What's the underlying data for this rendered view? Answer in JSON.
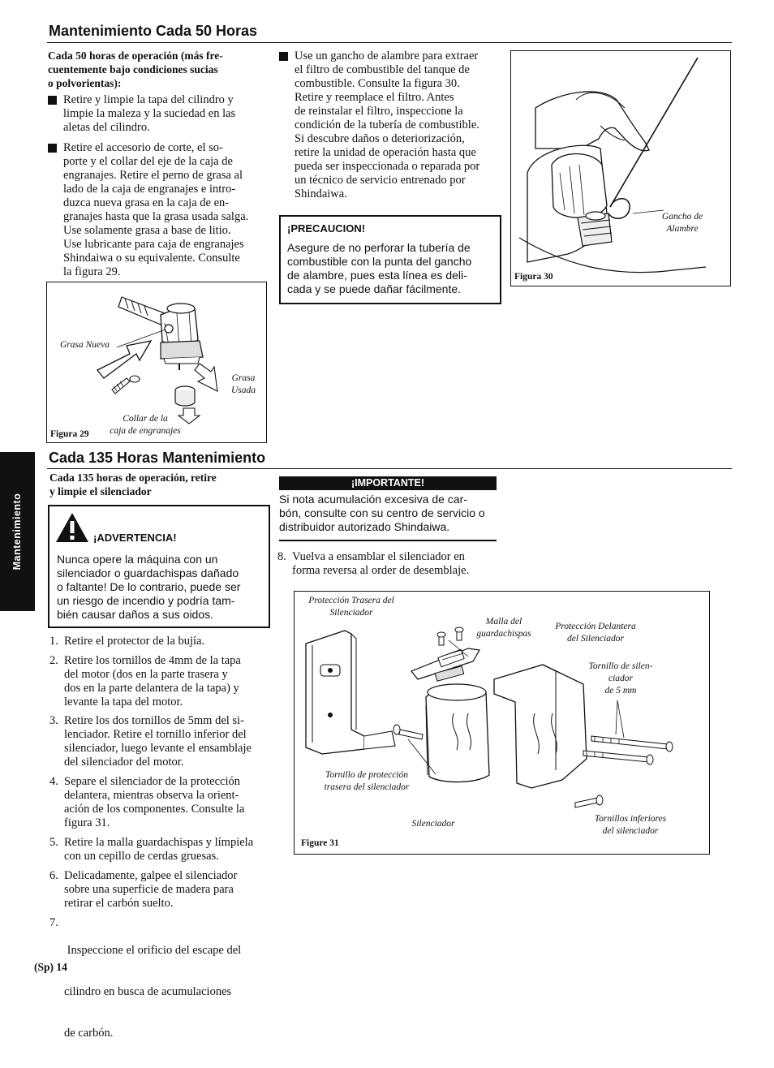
{
  "section1": {
    "title": "Mantenimiento Cada 50 Horas",
    "intro": "Cada 50 horas de operación (más fre-cuentemente bajo condiciones sucias o polvorientas):",
    "intro_lines": [
      "Cada 50 horas de operación (más fre-",
      "cuentemente bajo condiciones sucias",
      "o polvorientas):"
    ],
    "bullet1": [
      "Retire y limpie la tapa del cilindro y",
      "limpie la maleza y la suciedad en las",
      "aletas del cilindro."
    ],
    "bullet2": [
      "Retire el accesorio de corte, el so-",
      "porte y el collar del eje de la caja de",
      "engranajes.  Retire el perno de grasa al",
      "lado de la caja de engranajes e intro-",
      "duzca nueva grasa en la caja de en-",
      "granajes hasta que la grasa usada salga.",
      "Use solamente grasa  a base de litio.",
      "Use lubricante para caja de engranajes",
      "Shindaiwa o su equivalente.  Consulte",
      "la figura 29."
    ],
    "bullet3": [
      "Use un gancho de alambre para extraer",
      "el filtro de combustible del tanque de",
      "combustible.  Consulte la figura 30.",
      "Retire y reemplace el filtro.  Antes",
      "de reinstalar el  filtro, inspeccione la",
      "condición de la tubería de combustible.",
      "Si descubre daños o deteriorización,",
      "retire la unidad de operación hasta que",
      "pueda ser inspeccionada o reparada por",
      "un técnico de servicio entrenado por",
      "Shindaiwa."
    ],
    "caution_title": "¡PRECAUCION!",
    "caution_lines": [
      "Asegure de no perforar la tubería de",
      "combustible con la punta del gancho",
      "de alambre, pues esta línea es deli-",
      "cada y se puede dañar fácilmente."
    ]
  },
  "fig29": {
    "label": "Figura 29",
    "grasa_nueva": "Grasa Nueva",
    "grasa_usada": [
      "Grasa",
      "Usada"
    ],
    "collar": [
      "Collar de la",
      "caja de engranajes"
    ]
  },
  "fig30": {
    "label": "Figura 30",
    "gancho": [
      "Gancho de",
      "Alambre"
    ]
  },
  "side_tab": "Mantenimiento",
  "section2": {
    "title": "Cada 135 Horas Mantenimiento",
    "intro_lines": [
      "Cada 135 horas de operación, retire",
      "y limpie el silenciador"
    ],
    "warning_title": "¡ADVERTENCIA!",
    "warning_lines": [
      "Nunca opere la máquina con un",
      "silenciador o guardachispas dañado",
      "o faltante!  De lo contrario, puede ser",
      "un riesgo de incendio y podría tam-",
      "bién causar daños a sus oidos."
    ],
    "steps": [
      {
        "n": "1.",
        "lines": [
          "Retire el protector de la bujía."
        ]
      },
      {
        "n": "2.",
        "lines": [
          "Retire los tornillos de 4mm de la tapa",
          "del motor (dos en la parte trasera y",
          "dos en la parte delantera de la tapa) y",
          "levante la tapa del motor."
        ]
      },
      {
        "n": "3.",
        "lines": [
          "Retire los dos tornillos de 5mm del si-",
          "lenciador.  Retire el tornillo inferior del",
          "silenciador, luego levante el ensamblaje",
          "del silenciador del motor."
        ]
      },
      {
        "n": "4.",
        "lines": [
          "Separe el silenciador de la protección",
          "delantera, mientras observa la orient-",
          "ación de los componentes.  Consulte la",
          "figura 31."
        ]
      },
      {
        "n": "5.",
        "lines": [
          "Retire la malla guardachispas y límpiela",
          "con un cepillo de cerdas gruesas."
        ]
      },
      {
        "n": "6.",
        "lines": [
          "Delicadamente, galpee el silenciador",
          "sobre una superficie de madera para",
          "retirar el carbón suelto."
        ]
      },
      {
        "n": "7.",
        "lines": [
          " Inspeccione el orificio del escape del",
          "cilindro en busca de acumulaciones",
          "de carbón."
        ]
      }
    ],
    "important_title": "¡IMPORTANTE!",
    "important_lines": [
      "Si nota acumulación excesiva de car-",
      "bón, consulte con su centro de servicio o",
      "distribuidor autorizado Shindaiwa."
    ],
    "step8_n": "8.",
    "step8_lines": [
      "Vuelva a ensamblar el silenciador  en",
      "forma reversa al order de desemblaje."
    ]
  },
  "fig31": {
    "label": "Figure 31",
    "rear_guard": [
      "Protección Trasera del",
      "Silenciador"
    ],
    "screen": [
      "Malla del",
      "guardachispas"
    ],
    "front_guard": [
      "Protección Delantera",
      "del Silenciador"
    ],
    "screw5": [
      "Tornillo de silen-",
      "ciador",
      "de 5 mm"
    ],
    "rear_screw": [
      "Tornillo de protección",
      "trasera del silenciador"
    ],
    "muffler": "Silenciador",
    "lower_screws": [
      "Tornillos inferiores",
      "del silenciador"
    ]
  },
  "page_number": "(Sp) 14"
}
